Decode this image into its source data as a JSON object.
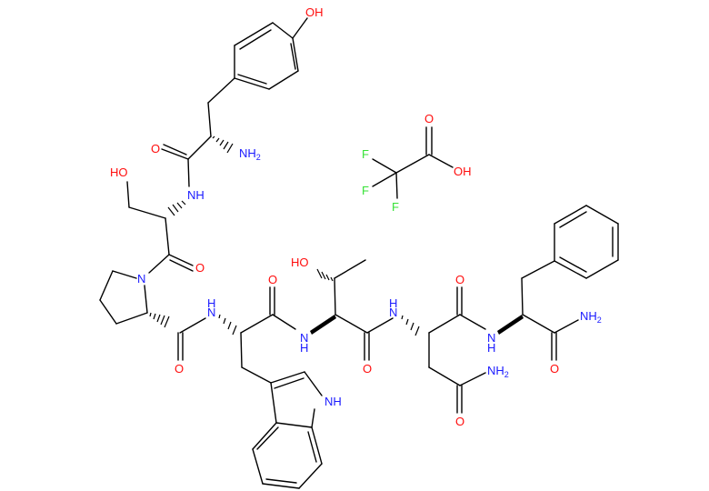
{
  "diagram": {
    "type": "chemical-structure",
    "description": "Peptide Tyr-Ser-Pro-Trp-Thr-Asn-Phe-NH2 as trifluoroacetate salt",
    "colors": {
      "bond": "#000000",
      "oxygen": "#ff0d0d",
      "nitrogen": "#1a1aff",
      "fluorine": "#36e236",
      "background": "#ffffff"
    },
    "labels": {
      "tyr_oh": "OH",
      "tyr_nh2": "NH",
      "tyr_nh2_sub": "2",
      "tyr_o": "O",
      "ser_nh": "NH",
      "ser_ho": "HO",
      "ser_o": "O",
      "pro_n": "N",
      "pro_o": "O",
      "trp_n": "N",
      "trp_h": "H",
      "trp_o": "O",
      "indole_nh": "NH",
      "thr_n": "N",
      "thr_h": "H",
      "thr_ho": "HO",
      "thr_o": "O",
      "asn_n": "N",
      "asn_h": "H",
      "asn_o": "O",
      "asn_nh2": "NH",
      "asn_nh2_sub": "2",
      "asn_side_o": "O",
      "phe_n": "N",
      "phe_h": "H",
      "phe_nh2": "NH",
      "phe_nh2_sub": "2",
      "phe_o": "O",
      "tfa_o": "O",
      "tfa_oh": "OH",
      "tfa_f1": "F",
      "tfa_f2": "F",
      "tfa_f3": "F"
    }
  }
}
